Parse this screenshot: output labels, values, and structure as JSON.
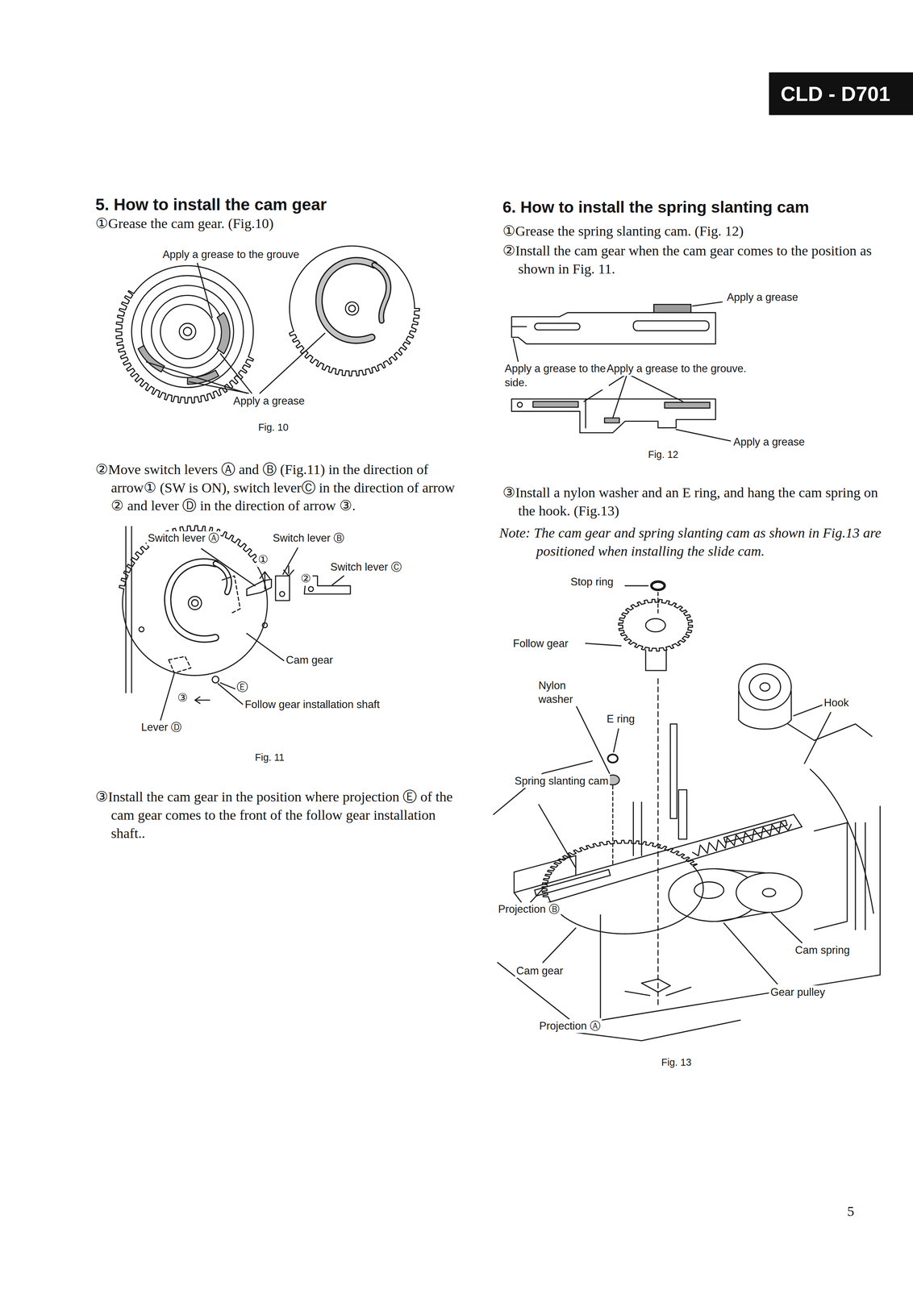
{
  "diagram": {
    "nodes": [
      {
        "text": [
          "CLD - D701"
        ]
      }
    ],
    "labels": [
      "5. How to install the cam gear",
      "①Grease the cam gear. (Fig.10)",
      "Apply a grease to the grouve",
      "Apply a grease",
      "Fig. 10",
      "②Move switch levers Ⓐ and Ⓑ (Fig.11) in the direction of arrow① (SW is ON), switch leverⒸ in the direction of arrow ② and lever Ⓓ in the direction of arrow ③.",
      "Switch lever Ⓐ",
      "Switch lever Ⓑ",
      "①",
      "②",
      "Switch lever Ⓒ",
      "Cam gear",
      "Ⓔ",
      "③",
      "Follow gear installation shaft",
      "Lever Ⓓ",
      "Fig. 11",
      "③Install the cam gear in the position where projection Ⓔ of the cam gear comes to the front of the follow gear installation shaft..",
      "6. How to install the spring slanting cam",
      "①Grease the spring slanting cam. (Fig. 12)",
      "②Install the cam gear when the cam gear comes to the position as shown in Fig. 11.",
      "Apply a grease",
      "Apply a grease to the side.",
      "Apply a grease to the grouve.",
      "Apply a grease",
      "Fig. 12",
      "③Install a nylon washer and an E ring, and hang the cam spring on the hook. (Fig.13)",
      "Note: The cam gear and spring slanting cam as shown in Fig.13 are positioned when installing the slide cam.",
      "Stop ring",
      "Follow gear",
      "Nylon washer",
      "E ring",
      "Spring slanting cam",
      "Hook",
      "Projection Ⓑ",
      "Cam gear",
      "Cam spring",
      "Gear pulley",
      "Projection Ⓐ",
      "Fig. 13",
      "5"
    ]
  }
}
